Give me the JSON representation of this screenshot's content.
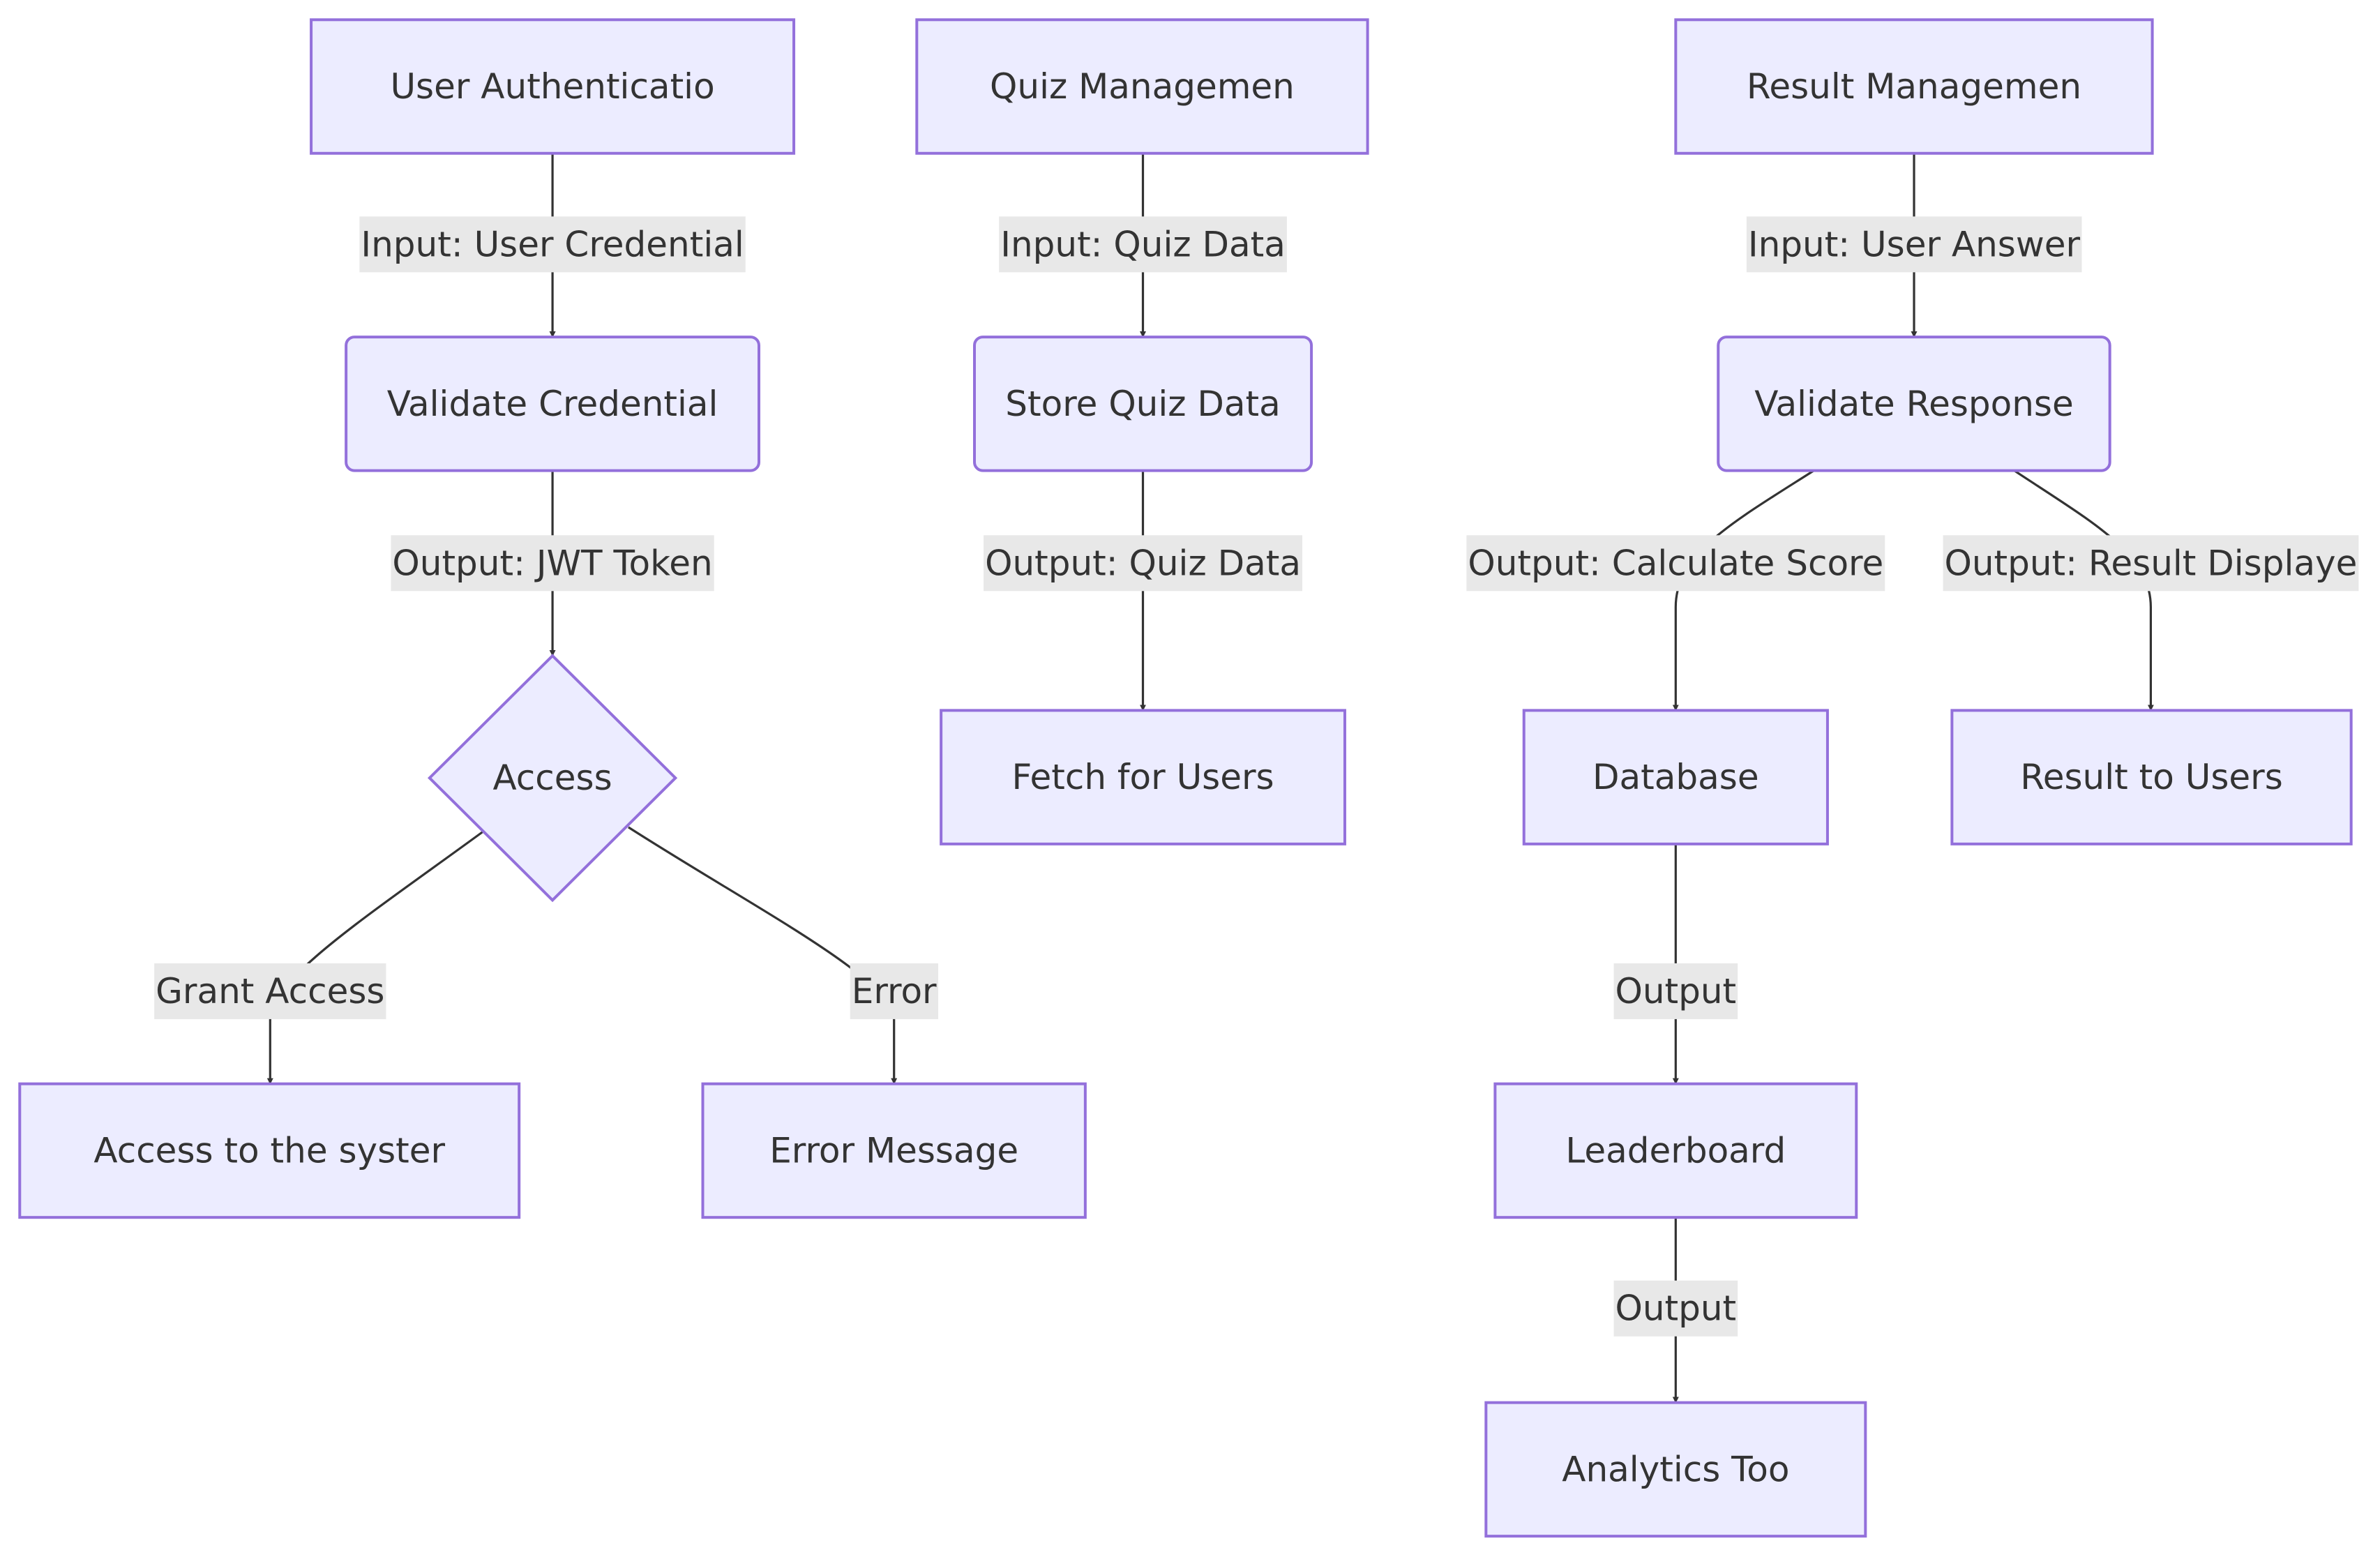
{
  "colors": {
    "node_fill": "#ECECFF",
    "node_stroke": "#9370DB",
    "edge": "#333333",
    "edge_label_bg": "#E8E8E8",
    "text": "#333333",
    "background": "#FFFFFF"
  },
  "nodes": [
    {
      "id": "user-auth",
      "label": "User Authenticatio",
      "shape": "rect"
    },
    {
      "id": "validate-credentials",
      "label": "Validate Credential",
      "shape": "rounded"
    },
    {
      "id": "access",
      "label": "Access",
      "shape": "diamond"
    },
    {
      "id": "access-to-system",
      "label": "Access to the syster",
      "shape": "rect"
    },
    {
      "id": "error-message",
      "label": "Error Message",
      "shape": "rect"
    },
    {
      "id": "quiz-management",
      "label": "Quiz Managemen",
      "shape": "rect"
    },
    {
      "id": "store-quiz-data",
      "label": "Store Quiz Data",
      "shape": "rounded"
    },
    {
      "id": "fetch-for-users",
      "label": "Fetch for Users",
      "shape": "rect"
    },
    {
      "id": "result-management",
      "label": "Result Managemen",
      "shape": "rect"
    },
    {
      "id": "validate-response",
      "label": "Validate Response",
      "shape": "rounded"
    },
    {
      "id": "database",
      "label": "Database",
      "shape": "rect"
    },
    {
      "id": "result-to-users",
      "label": "Result to Users",
      "shape": "rect"
    },
    {
      "id": "leaderboard",
      "label": "Leaderboard",
      "shape": "rect"
    },
    {
      "id": "analytics-tool",
      "label": "Analytics Too",
      "shape": "rect"
    }
  ],
  "edges": [
    {
      "id": "e1",
      "from": "user-auth",
      "to": "validate-credentials",
      "label": "Input: User Credential"
    },
    {
      "id": "e2",
      "from": "validate-credentials",
      "to": "access",
      "label": "Output: JWT Token"
    },
    {
      "id": "e3",
      "from": "access",
      "to": "access-to-system",
      "label": "Grant Access"
    },
    {
      "id": "e4",
      "from": "access",
      "to": "error-message",
      "label": "Error"
    },
    {
      "id": "e5",
      "from": "quiz-management",
      "to": "store-quiz-data",
      "label": "Input: Quiz Data"
    },
    {
      "id": "e6",
      "from": "store-quiz-data",
      "to": "fetch-for-users",
      "label": "Output: Quiz Data"
    },
    {
      "id": "e7",
      "from": "result-management",
      "to": "validate-response",
      "label": "Input: User Answer"
    },
    {
      "id": "e8",
      "from": "validate-response",
      "to": "database",
      "label": "Output: Calculate Score"
    },
    {
      "id": "e9",
      "from": "validate-response",
      "to": "result-to-users",
      "label": "Output: Result Displaye"
    },
    {
      "id": "e10",
      "from": "database",
      "to": "leaderboard",
      "label": "Output"
    },
    {
      "id": "e11",
      "from": "leaderboard",
      "to": "analytics-tool",
      "label": "Output"
    }
  ]
}
